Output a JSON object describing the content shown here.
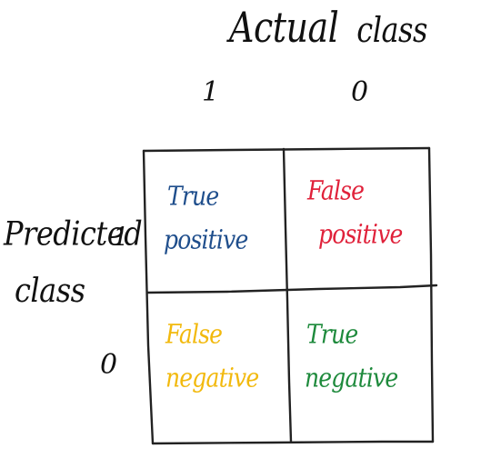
{
  "labels": {
    "actual_title_1": "Actual",
    "actual_title_2": "class",
    "actual_col_1": "1",
    "actual_col_0": "0",
    "predicted_title_1": "Predicted",
    "predicted_title_2": "class",
    "predicted_row_1": "1",
    "predicted_row_0": "0"
  },
  "cells": {
    "tp": {
      "line1": "True",
      "line2": "positive",
      "color": "#1f4e8c"
    },
    "fp": {
      "line1": "False",
      "line2": "positive",
      "color": "#e0213a"
    },
    "fn": {
      "line1": "False",
      "line2": "negative",
      "color": "#f2b90d"
    },
    "tn": {
      "line1": "True",
      "line2": "negative",
      "color": "#1e8a3c"
    }
  },
  "colors": {
    "ink": "#111111"
  }
}
